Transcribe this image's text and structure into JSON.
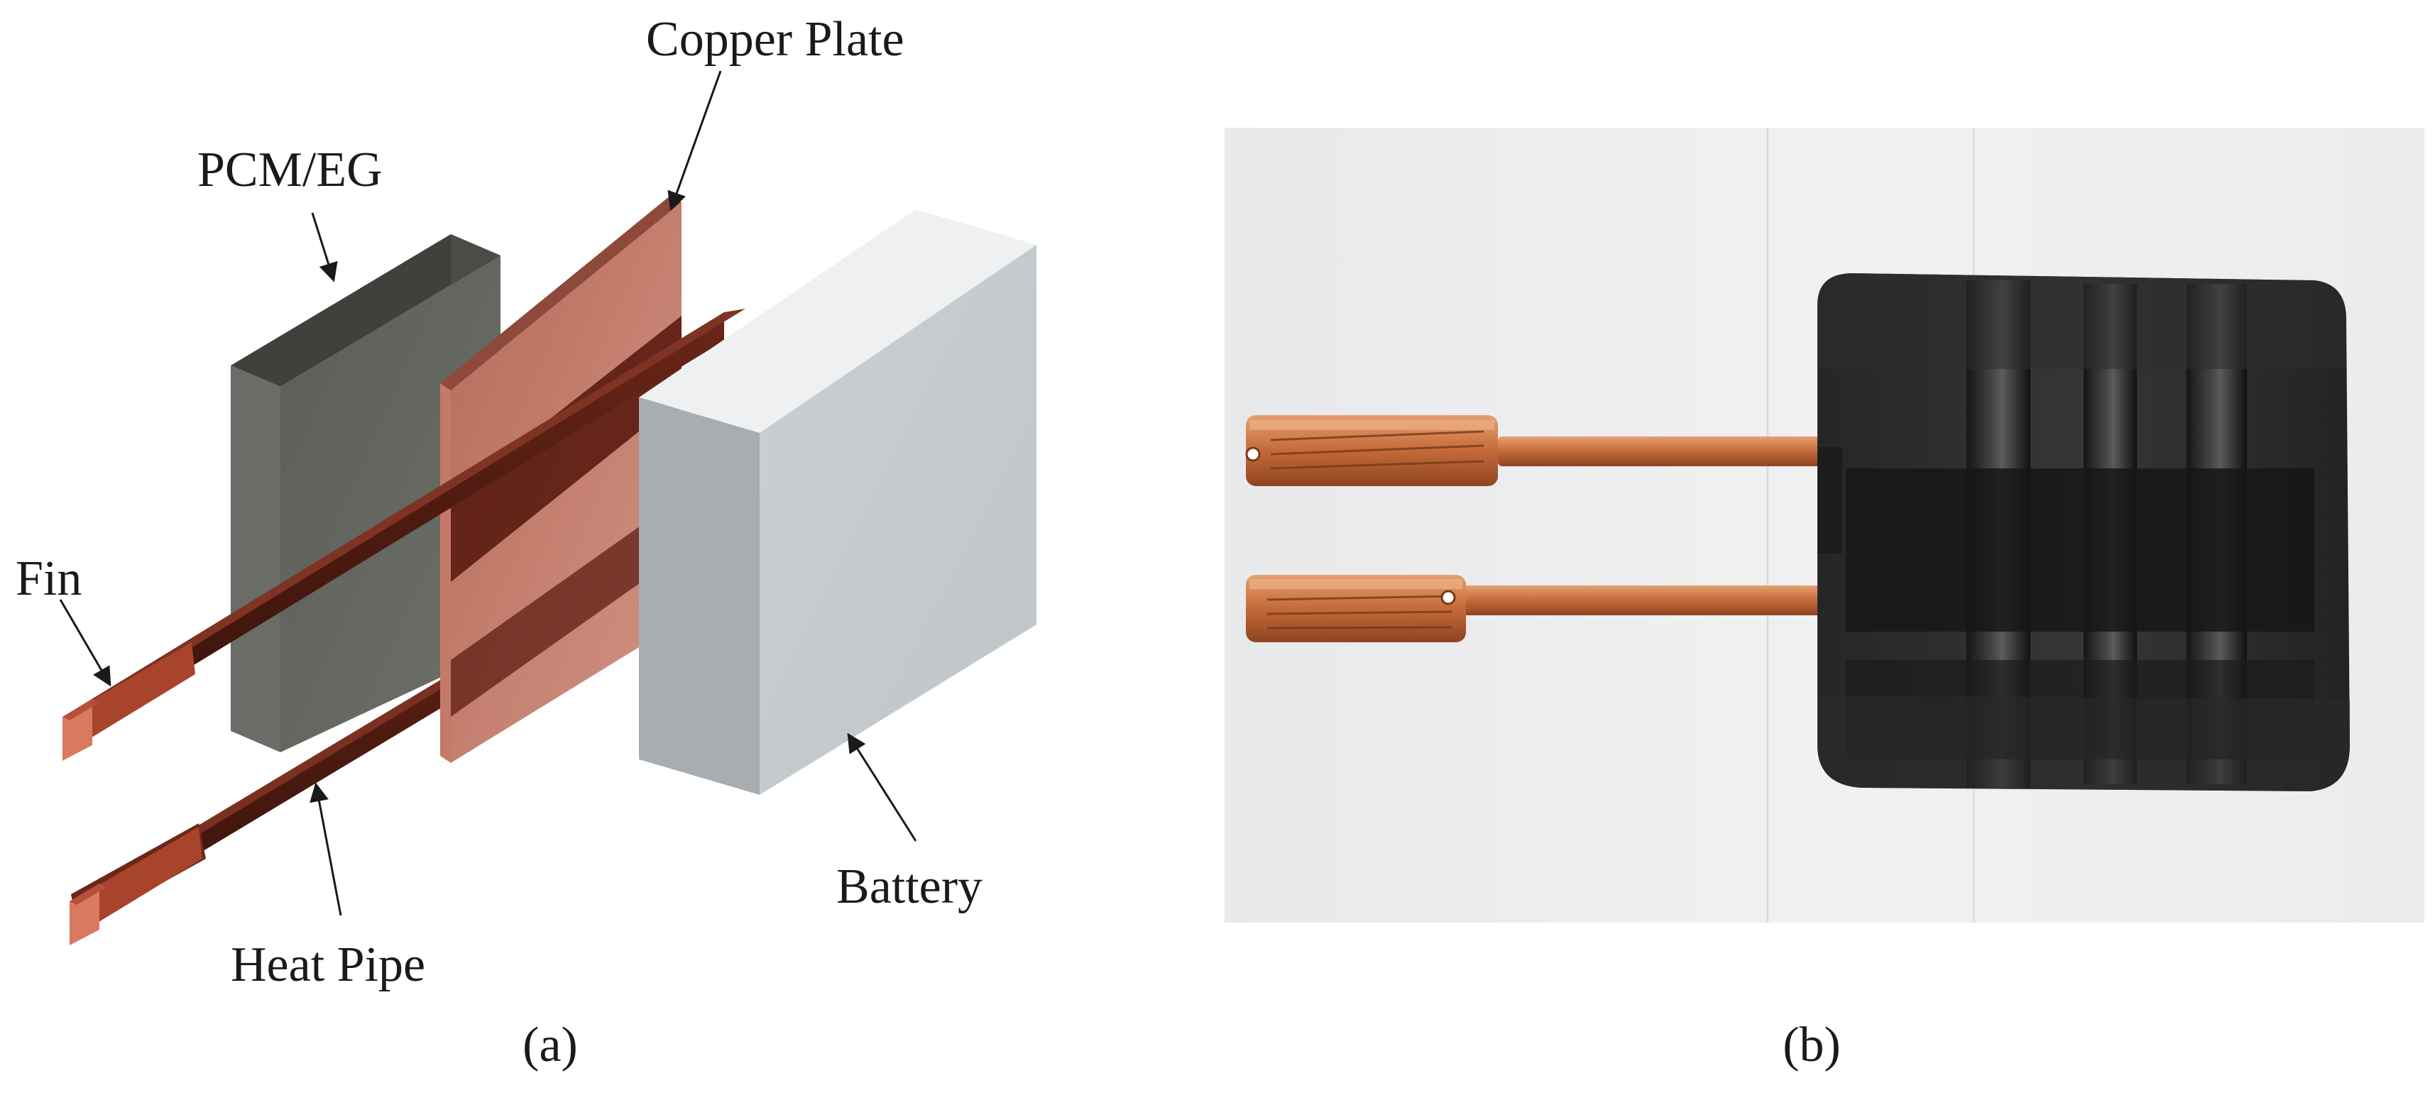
{
  "panel_a": {
    "caption": "(a)",
    "labels": {
      "copper_plate": "Copper Plate",
      "pcm_eg": "PCM/EG",
      "fin": "Fin",
      "battery": "Battery",
      "heat_pipe": "Heat Pipe"
    }
  },
  "panel_b": {
    "caption": "(b)"
  }
}
